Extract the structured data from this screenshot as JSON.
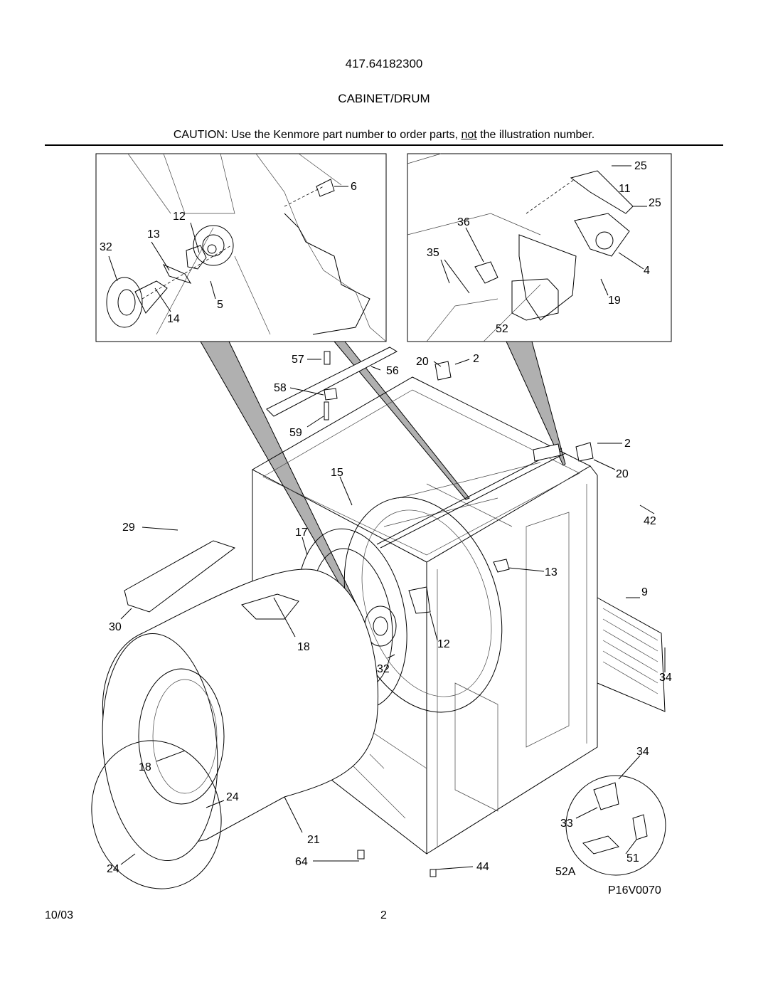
{
  "header": {
    "model_number": "417.64182300",
    "section_title": "CABINET/DRUM",
    "caution_pre": "CAUTION: Use the Kenmore part number to order parts, ",
    "caution_underlined": "not",
    "caution_post": " the illustration number."
  },
  "diagram": {
    "drawing_code": "P16V0070",
    "inset_left_callouts": [
      "6",
      "12",
      "13",
      "32",
      "14",
      "5"
    ],
    "inset_right_callouts": [
      "25",
      "11",
      "25",
      "36",
      "35",
      "4",
      "19",
      "52"
    ],
    "main_callouts": [
      "57",
      "56",
      "58",
      "59",
      "20",
      "2",
      "2",
      "20",
      "42",
      "15",
      "29",
      "17",
      "13",
      "9",
      "30",
      "18",
      "12",
      "32",
      "34",
      "34",
      "18",
      "24",
      "33",
      "51",
      "21",
      "24",
      "64",
      "44",
      "52A"
    ]
  },
  "footer": {
    "date": "10/03",
    "page_number": "2"
  },
  "icons": [
    "exploded-view-drawing"
  ]
}
